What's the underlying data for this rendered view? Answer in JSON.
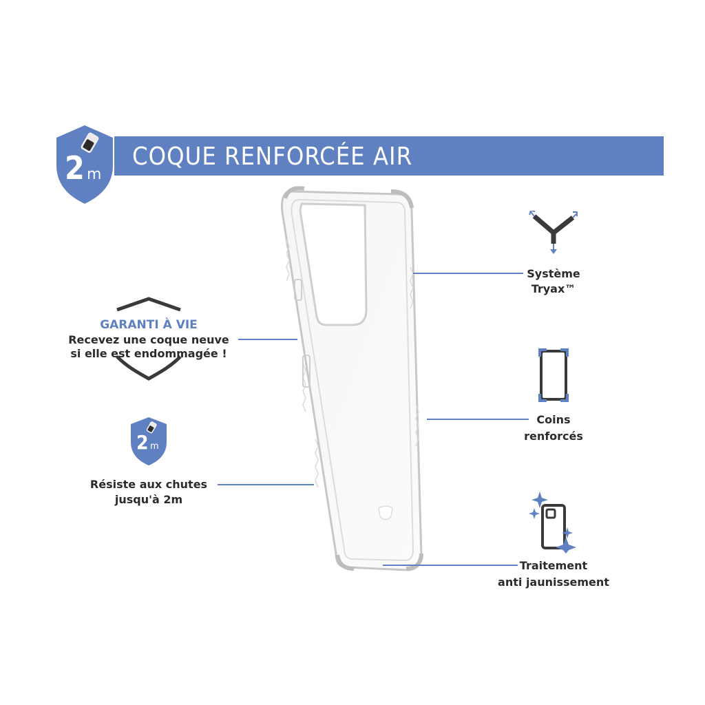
{
  "colors": {
    "accent": "#5f80c1",
    "dark": "#3a3a3a",
    "case_edge": "#c7c7c7"
  },
  "badge": {
    "number": "2",
    "unit": "m",
    "icon": "phone-drop-icon"
  },
  "banner": {
    "title": "COQUE RENFORCÉE AIR"
  },
  "features": {
    "warranty": {
      "title": "GARANTI À VIE",
      "line1": "Recevez une coque neuve",
      "line2": "si elle est endommagée !",
      "icon": "shield-outline-icon"
    },
    "drop": {
      "line1": "Résiste aux chutes",
      "line2": "jusqu'à 2m",
      "icon": "drop-shield-icon",
      "number": "2",
      "unit": "m"
    },
    "tryax": {
      "line1": "Système",
      "line2": "Tryax™",
      "icon": "tryax-icon"
    },
    "corners": {
      "line1": "Coins",
      "line2": "renforcés",
      "icon": "reinforced-corners-icon"
    },
    "yellowing": {
      "line1": "Traitement",
      "line2": "anti jaunissement",
      "icon": "sparkle-phone-icon"
    }
  },
  "product": {
    "icon": "brand-logo-icon"
  }
}
